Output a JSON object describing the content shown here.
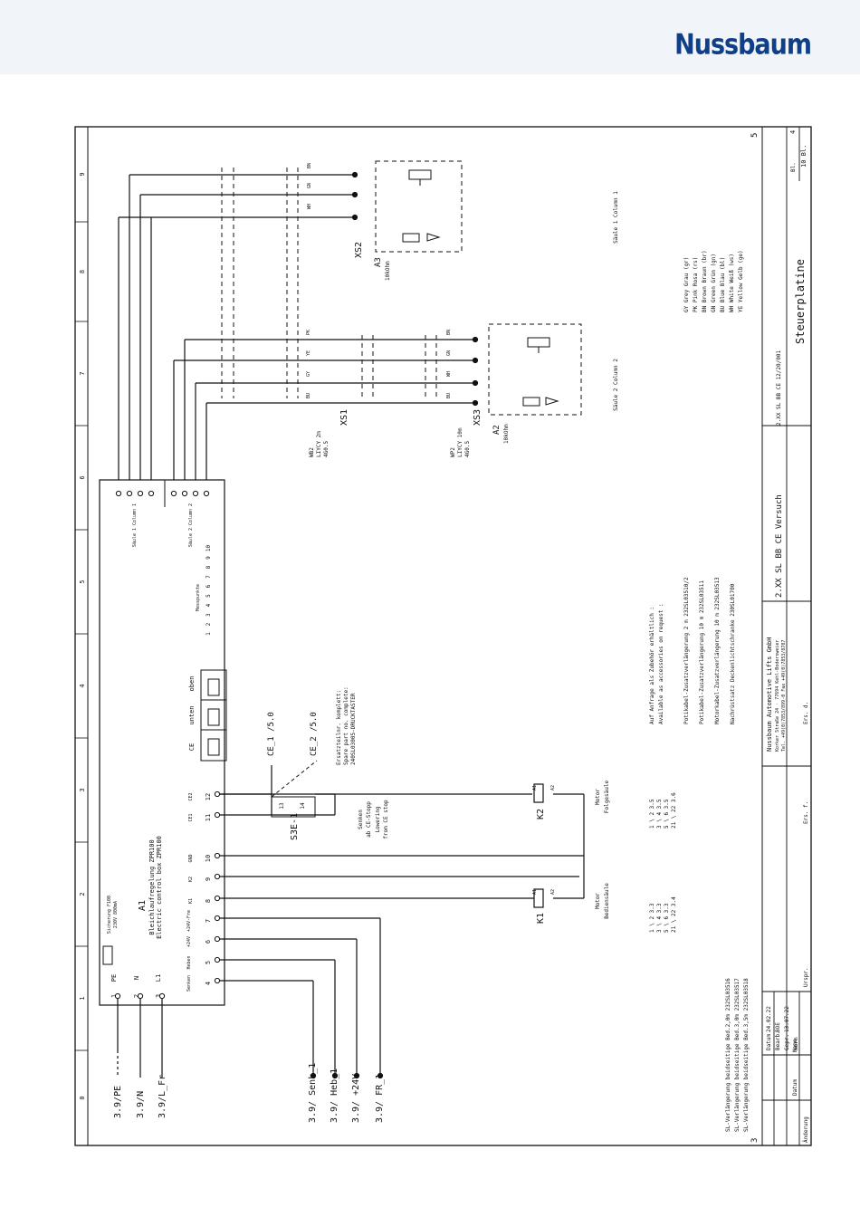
{
  "header": {
    "logo_text": "Nussbaum"
  },
  "frame": {
    "page_number": "5",
    "page_number_left": "3",
    "grid_numbers": [
      "0",
      "1",
      "2",
      "3",
      "4",
      "5",
      "6",
      "7",
      "8",
      "9"
    ]
  },
  "inputs": [
    {
      "label": "3.9/PE",
      "pin": "1",
      "pin_label": "PE"
    },
    {
      "label": "3.9/N",
      "pin": "2",
      "pin_label": "N"
    },
    {
      "label": "3.9/L_Fr",
      "pin": "3",
      "pin_label": "L1"
    }
  ],
  "bottom_inputs": [
    {
      "label": "3.9/ Senk_1",
      "pin": "4",
      "pin_label": "Senken"
    },
    {
      "label": "3.9/ Heb_1",
      "pin": "5",
      "pin_label": "Heben"
    },
    {
      "label": "3.9/ +24V",
      "pin": "6",
      "pin_label": "+24V"
    },
    {
      "label": "3.9/ FR_1",
      "pin": "7",
      "pin_label": "+24V-Fre"
    }
  ],
  "control_box": {
    "designation": "A1",
    "name_de": "Bleichlaufregelung ZPR100",
    "name_en": "Electric control box ZPR100",
    "fuse": "Sicherung F100",
    "fuse_part": "230V 800mA",
    "pins": [
      "8",
      "9",
      "10",
      "11",
      "12"
    ],
    "pin_labels": [
      "K1",
      "K2",
      "GND",
      "CE1",
      "CE2"
    ],
    "ce_labels": [
      "CE",
      "unten",
      "oben"
    ],
    "measure_points": "Messpunkte",
    "measure_numbers": [
      "1",
      "2",
      "3",
      "4",
      "5",
      "6",
      "7",
      "8",
      "9",
      "10"
    ],
    "column1": "Säule 1 Column 1",
    "column2": "Säule 2 Column 2"
  },
  "switch": {
    "name": "S3E-1",
    "contacts": [
      "13",
      "14"
    ],
    "ce1": "CE_1 /5.0",
    "ce2": "CE_2 /5.0",
    "spare_de": "Ersatzteilnr. komplett:",
    "spare_en": "Spare part no. complete:",
    "spare_no": "240SL03005-DRUCKTASTER",
    "senken_de": "Senken",
    "senken_de2": "ab CE-Stopp",
    "senken_en": "Lowering",
    "senken_en2": "from CE stop"
  },
  "motors": [
    {
      "relay": "K1",
      "a1": "A1",
      "a2": "A2",
      "label": "Motor",
      "label2": "Bediensäule"
    },
    {
      "relay": "K2",
      "a1": "A1",
      "a2": "A2",
      "label": "Motor",
      "label2": "Folgesäule"
    }
  ],
  "contacts_k1": [
    "1 \\ 2  3.3",
    "3 \\ 4  3.3",
    "5 \\ 6  3.3",
    "21 \\ 22  3.4"
  ],
  "contacts_k2": [
    "1 \\ 2  3.5",
    "3 \\ 4  3.5",
    "5 \\ 6  3.5",
    "21 \\ 22  3.6"
  ],
  "sensors": [
    {
      "name": "A3",
      "value": "10kOhm",
      "plug": "XS2",
      "column": "Säule 1 Column 1"
    },
    {
      "name": "A2",
      "value": "10kOhm",
      "plug": "XS3",
      "column": "Säule 2 Column 2"
    }
  ],
  "cables": [
    {
      "name": "WB2",
      "type": "LIYCY 2m",
      "spec": "4G0.5",
      "plug": "XS1"
    },
    {
      "name": "WP2",
      "type": "LIYCY 10m",
      "spec": "4G0.5",
      "plug": "XS3"
    }
  ],
  "wire_colors": [
    "BU",
    "GY",
    "YE",
    "PK",
    "BN",
    "WH",
    "GN"
  ],
  "color_legend": [
    "GY  Grey    Grau (gr)",
    "PK  Pink    Rosa (rs)",
    "BN  Brown   Braun (br)",
    "GN  Green   Grün (gn)",
    "BU  Blue    Blau (bl)",
    "WH  White   Weiß (ws)",
    "YE  Yellow  Gelb (ge)"
  ],
  "accessories": {
    "title_de": "Auf Anfrage als Zubehör erhältlich :",
    "title_en": "Available as accessories on request :",
    "items": [
      "Potikabel-Zusatzverlängerung 2 m          232SL03510/2",
      "Potikabel-Zusatzverlängerung 10 m         232SL03511",
      "Motorkabel-Zusatzverlängerung 10 m        232SL03513",
      "Nachrüstsatz Deckenlichtschranke          230SL01700"
    ]
  },
  "extensions": [
    "SL-Verlängerung beidseitige Bed.2,0m   232SL03516",
    "SL-Verlängerung beidseitige Bed.3,0m   232SL03517",
    "SL-Verlängerung beidseitige Bed.3,5m   232SL03518"
  ],
  "title_block": {
    "company": "Nussbaum Automotive Lifts GmbH",
    "address": "Korker Straße 24 · 77694 Kehl-Bodersweier",
    "phone": "Tel. +49(0)7853/899-0  Fax +49(0)7853/8787",
    "project": "2.XX SL BB CE Versuch",
    "drawing": "Steuerplatine",
    "drawing_no": "2.XX SL BB CE 12/20/001",
    "sheet": "10 Bl.",
    "sheet_no": "4",
    "bl": "Bl.",
    "rows": [
      {
        "label": "Datum",
        "value": "24.02.22"
      },
      {
        "label": "Bearb.",
        "value": "BOE"
      },
      {
        "label": "Gepr.",
        "value": "13.07.22"
      },
      {
        "label": "Norm",
        "value": ""
      }
    ],
    "change_cols": [
      "Änderung",
      "Datum",
      "Name"
    ],
    "orig": "Urspr.",
    "ers_f": "Ers. f.",
    "ers_d": "Ers. d."
  }
}
